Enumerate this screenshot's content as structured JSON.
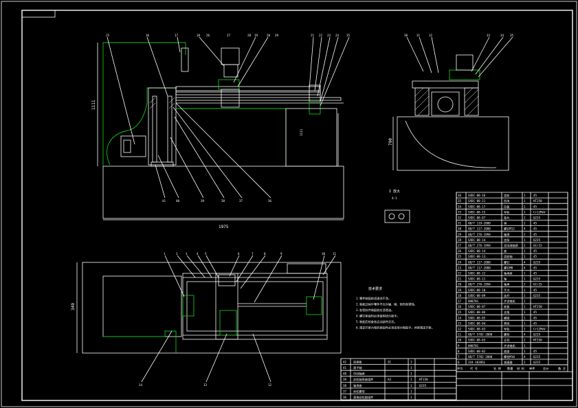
{
  "drawing": {
    "dim_total_length": "1975",
    "dim_height": "1111",
    "dim_side_height": "790",
    "dim_plan_width": "349",
    "detail_title": "I 放大",
    "detail_scale": "4:1",
    "tech_req_title": "技术要求",
    "tech_req_lines": [
      "1.零件装配前须清洗干净。",
      "2.装配过程中零件不允许磕、碰、划伤和锈蚀。",
      "3.各密封件装配前应浸透油。",
      "4.螺钉紧固时必须使用扭力扳手。",
      "5.装配后检查各运动部件灵活。",
      "6.规定拧紧力矩的紧固件必须采用力矩扳手，并按规定拧紧。"
    ],
    "front_callouts": [
      "15",
      "16",
      "17",
      "18",
      "19",
      "20",
      "21",
      "22",
      "23",
      "24",
      "25",
      "26",
      "27",
      "28",
      "29"
    ],
    "front_bottom_callouts": [
      "41",
      "40",
      "39",
      "38",
      "37",
      "36"
    ],
    "side_callouts": [
      "30",
      "31",
      "32",
      "33",
      "34",
      "35"
    ],
    "plan_callouts": [
      "1",
      "2",
      "3",
      "4",
      "5",
      "6",
      "7",
      "8",
      "9",
      "10",
      "11"
    ],
    "plan_bottom_callouts": [
      "14",
      "13",
      "12"
    ]
  },
  "bom": {
    "rows": [
      [
        "36",
        "SXDC-08-16",
        "齿轮",
        "1",
        "45"
      ],
      [
        "35",
        "SXDC-08-21",
        "挡块",
        "1",
        "HT250"
      ],
      [
        "34",
        "SXDC-08-17",
        "拉板",
        "2",
        "45"
      ],
      [
        "33",
        "SXDC-08-15",
        "导轨",
        "1",
        "Cr12MoV"
      ],
      [
        "32",
        "SXDC-08-07",
        "垫片",
        "2",
        "Q235"
      ],
      [
        "31",
        "GB/T 119-2000",
        "销",
        "2",
        "45"
      ],
      [
        "30",
        "GB/T 117-2000",
        "螺钉M12",
        "4",
        "45"
      ],
      [
        "29",
        "GB/T 276-1994",
        "轴承",
        "2",
        "45"
      ],
      [
        "28",
        "SXDC-08-14",
        "齿条",
        "1",
        "Q235"
      ],
      [
        "27",
        "GB/T 276-1994",
        "深沟球轴承",
        "2",
        "GCr15"
      ],
      [
        "26",
        "SXDC-08-14",
        "座",
        "1",
        "45"
      ],
      [
        "25",
        "SXDC-08-13",
        "齿轮轴",
        "1",
        "45"
      ],
      [
        "24",
        "GB/T 117-2000",
        "螺钉",
        "4",
        "Q235"
      ],
      [
        "23",
        "GB/T 117-2000",
        "螺钉M8",
        "4",
        "45"
      ],
      [
        "22",
        "SXDC-08-12",
        "轴承座",
        "1",
        "45"
      ],
      [
        "21",
        "SXDC-08-11",
        "轴",
        "1",
        "Q235"
      ],
      [
        "20",
        "GB/T 276-1994",
        "轴承",
        "2",
        "GCr15"
      ],
      [
        "19",
        "SXDC-08-10",
        "手爪",
        "1",
        "45"
      ],
      [
        "18",
        "SXDC-08-09",
        "连杆",
        "1",
        "Q235"
      ],
      [
        "17",
        "UH0701",
        "步进电机",
        "1",
        ""
      ],
      [
        "16",
        "SXDC-08-07",
        "底板",
        "1",
        "HT250"
      ],
      [
        "15",
        "SXDC-08-06",
        "支架",
        "1",
        "45"
      ],
      [
        "14",
        "SXDC-08-05",
        "横梁",
        "1",
        "45"
      ],
      [
        "13",
        "SXDC-08-04",
        "滑块",
        "1",
        "45"
      ],
      [
        "12",
        "SXDC-08-03",
        "导轨",
        "1",
        "Cr12MoV"
      ],
      [
        "11",
        "GB/T 5782-2000",
        "螺栓",
        "4",
        "Q235"
      ],
      [
        "10",
        "SXDC-08-03",
        "立柱",
        "2",
        "HT250"
      ],
      [
        "9",
        "UH0701",
        "步进电机",
        "1",
        ""
      ],
      [
        "8",
        "SXDC-08-02",
        "底座",
        "1",
        "45"
      ],
      [
        "7",
        "GB/T 5782-2000",
        "螺栓M10",
        "4",
        "Q235"
      ],
      [
        "6",
        "JX4-1038SL",
        "减速器",
        "1",
        "Q235"
      ]
    ],
    "header": [
      "序号",
      "代 号",
      "名 称",
      "数量",
      "材 料",
      "单件",
      "总计",
      "备 注"
    ],
    "sub_header": [
      "重量",
      "",
      "",
      "",
      "",
      ""
    ],
    "left_rows": [
      [
        "42",
        "连接板",
        "3C",
        "1",
        ""
      ],
      [
        "41",
        "滚子轴",
        "",
        "1",
        ""
      ],
      [
        "40",
        "中间轴承",
        "",
        "1",
        ""
      ],
      [
        "39",
        "丝杠轴承座组件",
        "A3",
        "1",
        "HT150"
      ],
      [
        "38",
        "轴承座",
        "",
        "1",
        "Q235"
      ],
      [
        "37",
        "丝杠螺母",
        "",
        "1",
        ""
      ],
      [
        "36",
        "滚珠丝杠副组件",
        "",
        "1",
        ""
      ]
    ],
    "title_cells": [
      "",
      "",
      "",
      "",
      "",
      ""
    ]
  },
  "frame_title_box": ""
}
